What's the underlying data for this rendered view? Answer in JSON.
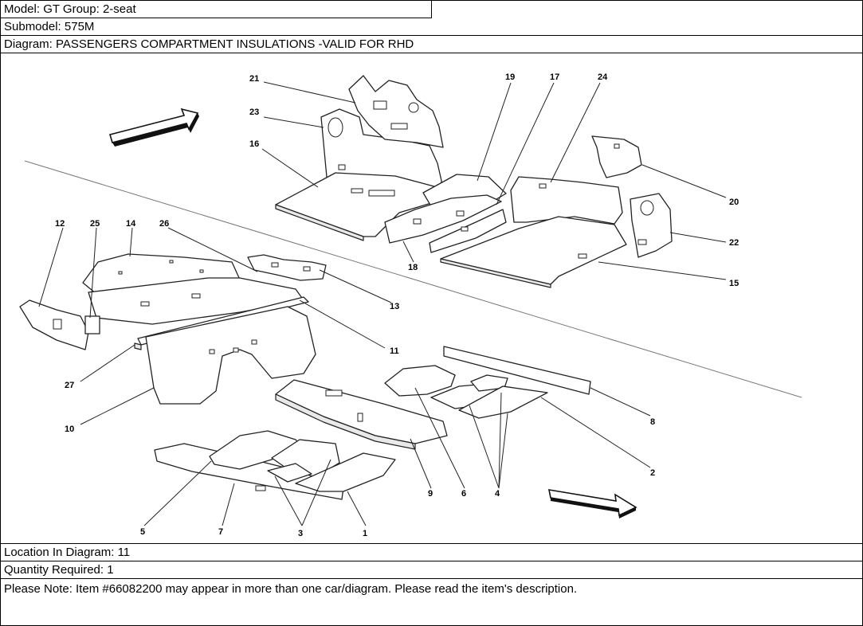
{
  "header": {
    "model": "Model: GT Group: 2-seat",
    "submodel": "Submodel: 575M",
    "diagram": "Diagram: PASSENGERS COMPARTMENT INSULATIONS -VALID FOR RHD"
  },
  "callouts": [
    "1",
    "2",
    "3",
    "4",
    "5",
    "6",
    "7",
    "8",
    "9",
    "10",
    "11",
    "12",
    "13",
    "14",
    "15",
    "16",
    "17",
    "18",
    "19",
    "20",
    "21",
    "22",
    "23",
    "24",
    "25",
    "26",
    "27"
  ],
  "footer": {
    "location": "Location In Diagram: 11",
    "quantity": "Quantity Required: 1",
    "note": "Please Note: Item #66082200 may appear in more than one car/diagram. Please read the item's description."
  }
}
